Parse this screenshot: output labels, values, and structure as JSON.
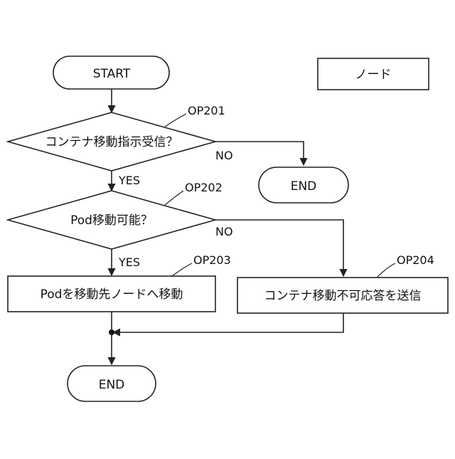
{
  "legend": {
    "label": "ノード"
  },
  "nodes": {
    "start": {
      "label": "START"
    },
    "op201": {
      "label": "コンテナ移動指示受信？",
      "ref": "OP201"
    },
    "end_top": {
      "label": "END"
    },
    "op202": {
      "label": "Pod移動可能？",
      "ref": "OP202"
    },
    "op203": {
      "label": "Podを移動先ノードへ移動",
      "ref": "OP203"
    },
    "op204": {
      "label": "コンテナ移動不可応答を送信",
      "ref": "OP204"
    },
    "end_bottom": {
      "label": "END"
    }
  },
  "edges": {
    "op201_yes": "YES",
    "op201_no": "NO",
    "op202_yes": "YES",
    "op202_no": "NO"
  }
}
